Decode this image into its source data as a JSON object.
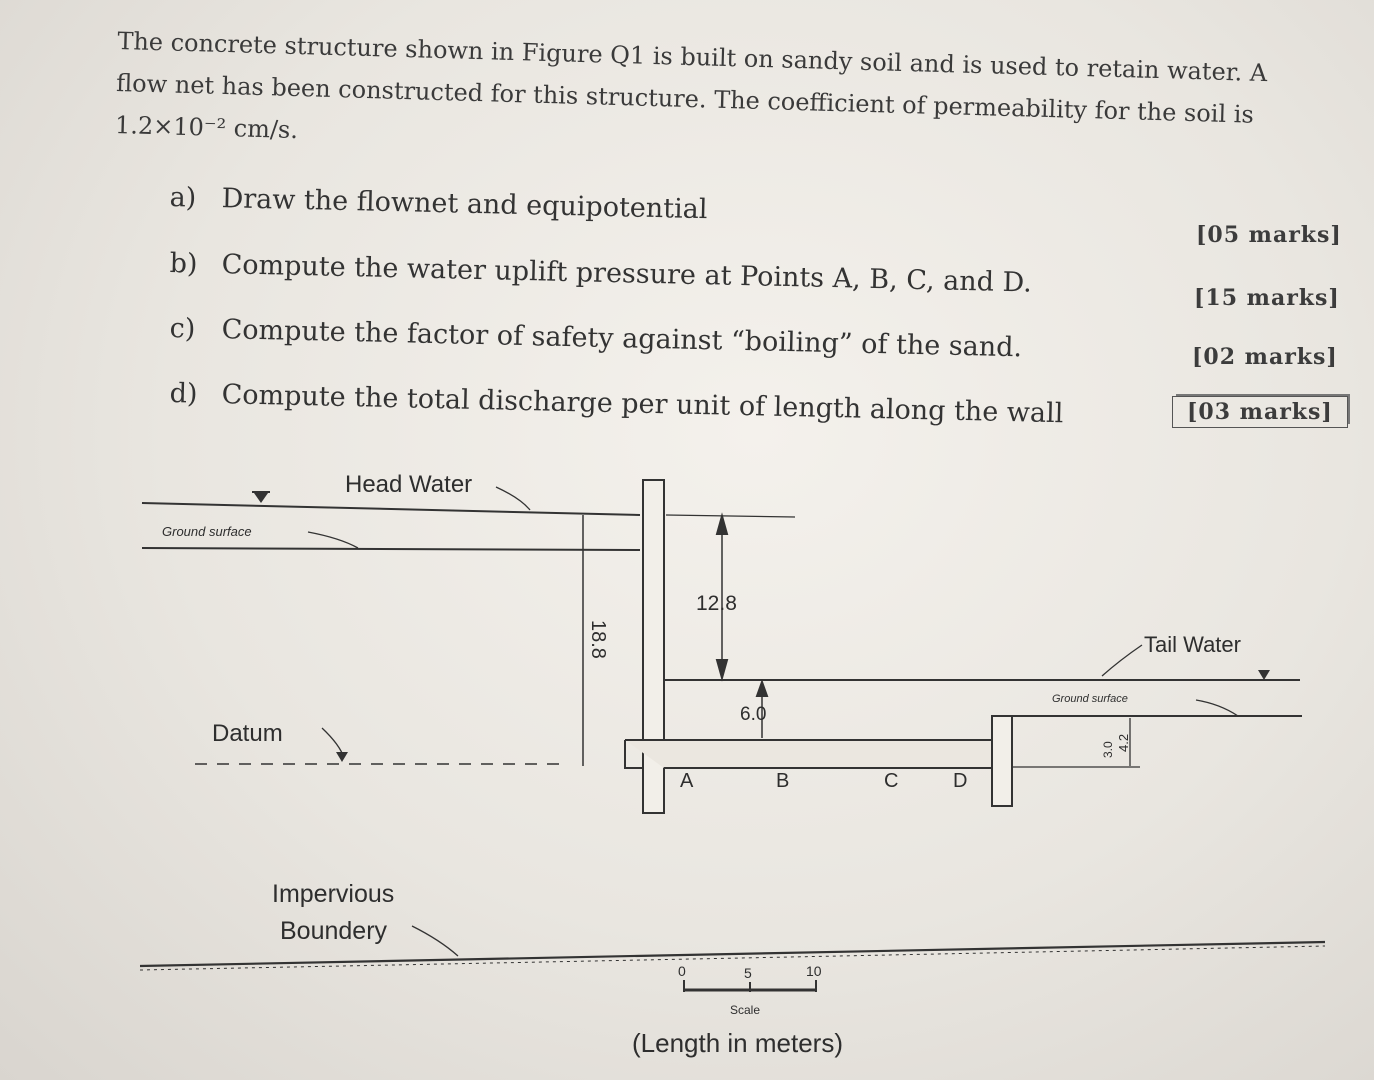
{
  "intro": {
    "line1": "The concrete structure shown in Figure Q1 is built on sandy soil and is used to retain water. A",
    "line2": "flow net has been constructed for this structure. The coefficient of permeability for the soil is",
    "line3": "1.2×10⁻² cm/s."
  },
  "questions": [
    {
      "label": "a)",
      "text": "Draw the flownet and equipotential",
      "marks": "[05 marks]"
    },
    {
      "label": "b)",
      "text": "Compute the water uplift pressure at Points A, B, C, and D.",
      "marks": "[15 marks]"
    },
    {
      "label": "c)",
      "text": "Compute the factor of safety against “boiling” of the sand.",
      "marks": "[02 marks]"
    },
    {
      "label": "d)",
      "text": "Compute the total discharge per unit of length along the wall",
      "marks": "[03 marks]"
    }
  ],
  "figure": {
    "head_water": "Head Water",
    "ground_surface_left": "Ground surface",
    "datum": "Datum",
    "dim_18_8": "18.8",
    "dim_12_8": "12.8",
    "dim_6_0": "6.0",
    "tail_water": "Tail Water",
    "ground_surface_right": "Ground surface",
    "dim_4_2": "4.2",
    "dim_3_0": "3.0",
    "point_a": "A",
    "point_b": "B",
    "point_c": "C",
    "point_d": "D",
    "impervious_line1": "Impervious",
    "impervious_line2": "Boundery",
    "scale_0": "0",
    "scale_5": "5",
    "scale_10": "10",
    "scale_label": "Scale",
    "units_note": "(Length in meters)"
  }
}
